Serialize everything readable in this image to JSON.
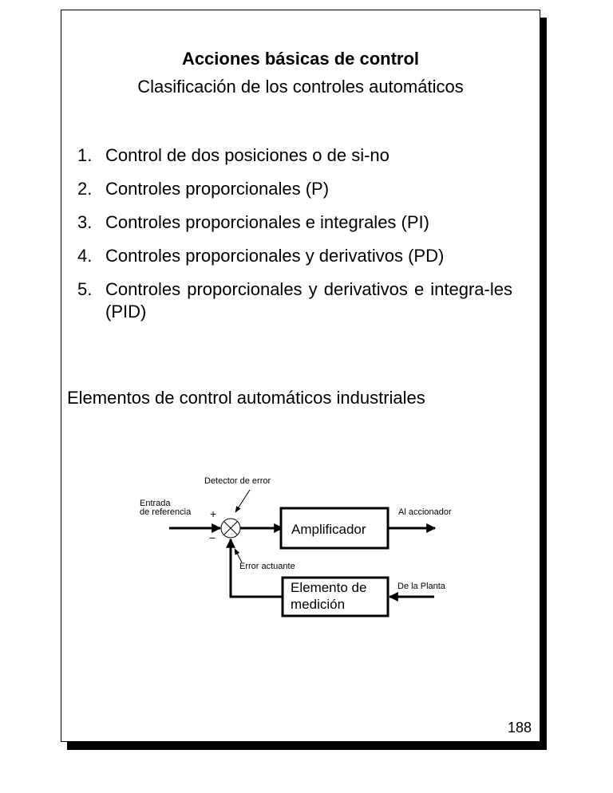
{
  "title": "Acciones básicas de control",
  "subtitle": "Clasificación de los controles automáticos",
  "list": [
    {
      "num": "1.",
      "text": "Control de dos posiciones o de si-no"
    },
    {
      "num": "2.",
      "text": "Controles proporcionales (P)"
    },
    {
      "num": "3.",
      "text": "Controles proporcionales e integrales (PI)"
    },
    {
      "num": "4.",
      "text": "Controles proporcionales y derivativos (PD)"
    },
    {
      "num": "5.",
      "text": "Controles proporcionales y derivativos e integra-les (PID)"
    }
  ],
  "section_heading": "Elementos de control automáticos industriales",
  "diagram": {
    "detector_label": "Detector de error",
    "input_label_line1": "Entrada",
    "input_label_line2": "de referencia",
    "plus_sign": "+",
    "minus_sign": "−",
    "amplifier_label": "Amplificador",
    "output_label": "Al accionador",
    "error_label": "Error actuante",
    "measurement_line1": "Elemento de",
    "measurement_line2": "medición",
    "plant_label": "De la Planta"
  },
  "page_number": "188"
}
